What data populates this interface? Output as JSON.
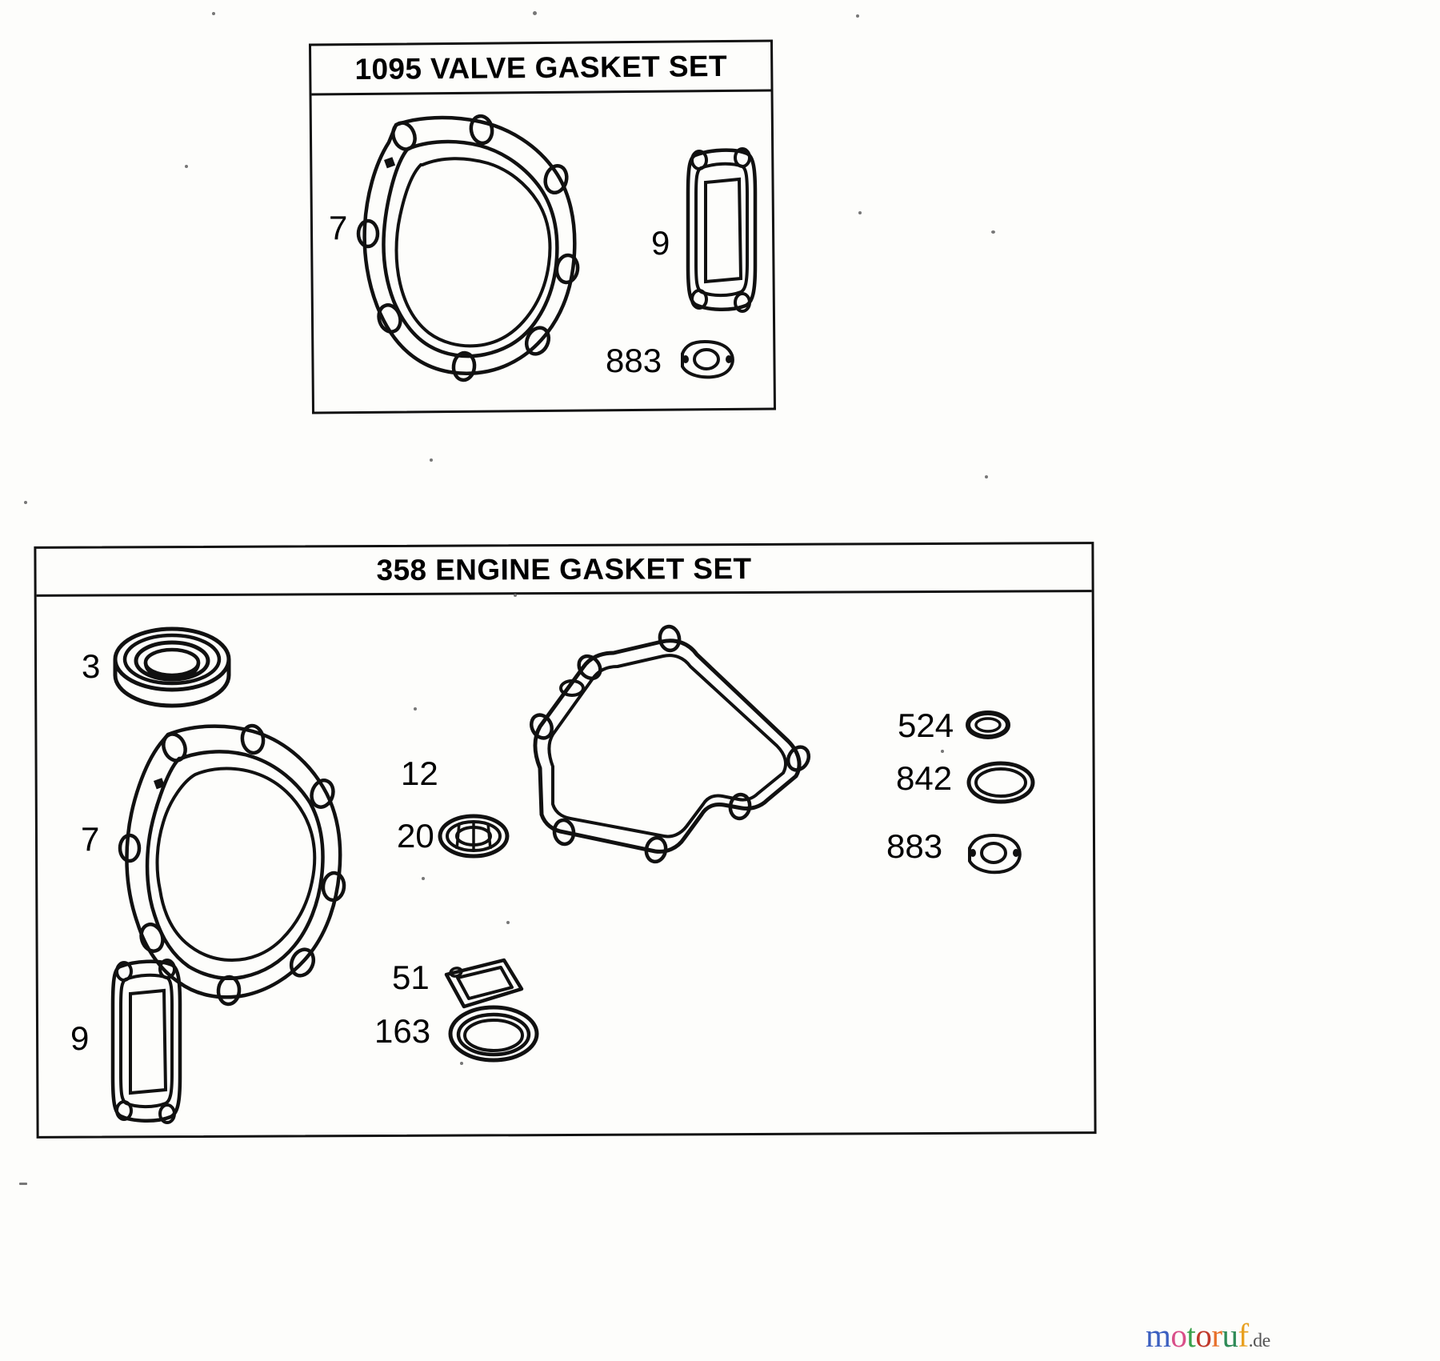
{
  "document": {
    "type": "parts-diagram",
    "background_color": "#fdfdfb",
    "line_color": "#111111"
  },
  "panels": [
    {
      "id": "valve-gasket-set",
      "title": "1095 VALVE GASKET SET",
      "callouts": [
        {
          "ref": "7",
          "name": "cylinder-head-gasket"
        },
        {
          "ref": "9",
          "name": "intake-manifold-gasket"
        },
        {
          "ref": "883",
          "name": "carburetor-gasket"
        }
      ]
    },
    {
      "id": "engine-gasket-set",
      "title": "358 ENGINE GASKET SET",
      "callouts": [
        {
          "ref": "3",
          "name": "ball-bearing"
        },
        {
          "ref": "7",
          "name": "cylinder-head-gasket"
        },
        {
          "ref": "9",
          "name": "intake-manifold-gasket"
        },
        {
          "ref": "12",
          "name": "crankcase-cover-gasket"
        },
        {
          "ref": "20",
          "name": "needle-bearing"
        },
        {
          "ref": "51",
          "name": "breather-gasket"
        },
        {
          "ref": "163",
          "name": "oil-seal"
        },
        {
          "ref": "524",
          "name": "small-o-ring"
        },
        {
          "ref": "842",
          "name": "large-o-ring"
        },
        {
          "ref": "883",
          "name": "carburetor-gasket"
        }
      ]
    }
  ],
  "labels": {
    "valve_7": "7",
    "valve_9": "9",
    "valve_883": "883",
    "engine_3": "3",
    "engine_7": "7",
    "engine_9": "9",
    "engine_12": "12",
    "engine_20": "20",
    "engine_51": "51",
    "engine_163": "163",
    "engine_524": "524",
    "engine_842": "842",
    "engine_883": "883"
  },
  "watermark": {
    "letters": [
      {
        "char": "m",
        "color": "#3b5fc0"
      },
      {
        "char": "o",
        "color": "#d94f8a"
      },
      {
        "char": "t",
        "color": "#3aa14b"
      },
      {
        "char": "o",
        "color": "#c0392b"
      },
      {
        "char": "r",
        "color": "#e8702a"
      },
      {
        "char": "u",
        "color": "#2e8b57"
      },
      {
        "char": "f",
        "color": "#e8a020"
      }
    ],
    "suffix": ".de"
  }
}
